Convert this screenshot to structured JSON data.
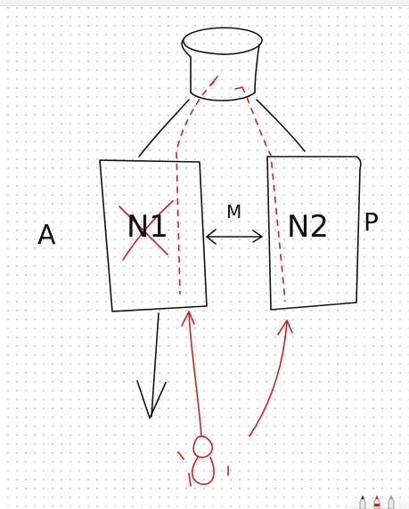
{
  "canvas": {
    "labels": {
      "left": "A",
      "box1": "N1",
      "middle": "M",
      "box2": "N2",
      "right": "P"
    }
  },
  "colors": {
    "ink_black": "#111111",
    "ink_red": "#d41f1f",
    "dot_grid": "#c9c9c9",
    "background": "#ffffff"
  },
  "toolbar": {
    "tools": [
      {
        "icon": "pen-black-icon",
        "color": "#111111"
      },
      {
        "icon": "pen-red-icon",
        "color": "#d41f1f"
      },
      {
        "icon": "pen-gray-icon",
        "color": "#9a9a9a"
      }
    ]
  }
}
